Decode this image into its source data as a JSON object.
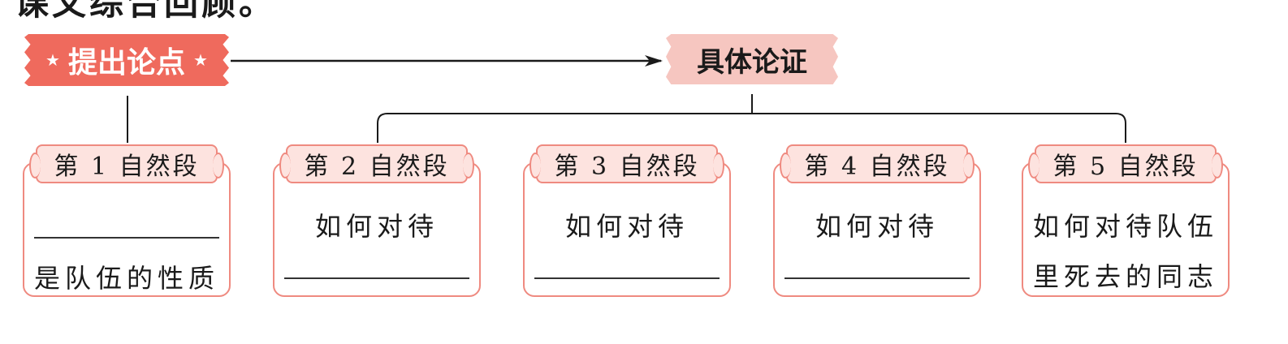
{
  "top_text": "课文综合回顾。",
  "thesis": {
    "label": "提出论点",
    "star": "★"
  },
  "argument": {
    "label": "具体论证"
  },
  "cards": [
    {
      "label": "第 1 自然段",
      "line1": "",
      "line2": "是队伍的性质"
    },
    {
      "label": "第 2 自然段",
      "line1": "如何对待",
      "line2": ""
    },
    {
      "label": "第 3 自然段",
      "line1": "如何对待",
      "line2": ""
    },
    {
      "label": "第 4 自然段",
      "line1": "如何对待",
      "line2": ""
    },
    {
      "label": "第 5 自然段",
      "line1": "如何对待队伍",
      "line2": "里死去的同志"
    }
  ],
  "colors": {
    "accent": "#ef6a5d",
    "accent_light": "#f6c6c0",
    "border": "#ef8a80",
    "label_bg": "#fde3df"
  }
}
